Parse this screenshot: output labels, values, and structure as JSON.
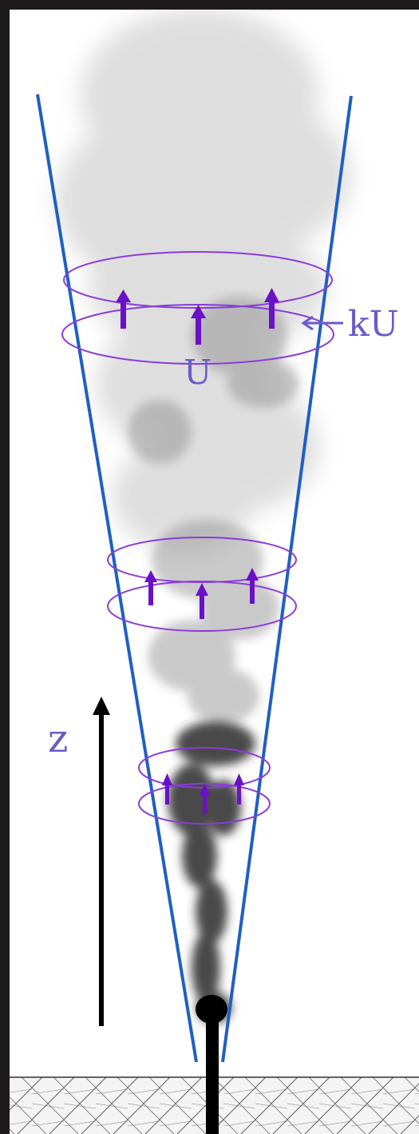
{
  "labels": {
    "entrainment": "kU",
    "velocity": "U",
    "height": "z"
  },
  "colors": {
    "cone_lines": "#1f5fc4",
    "rings": "#8a3cd8",
    "arrows": "#6a10c8",
    "labels": "#6a5cc8",
    "axis_arrow": "#000000",
    "smoke": "#2a2a2a",
    "frame": "#1c1a1a"
  },
  "icons": {
    "velocity_arrow": "up-arrow-icon",
    "entrainment_pointer": "left-arrow-icon",
    "height_axis": "up-arrow-icon"
  }
}
